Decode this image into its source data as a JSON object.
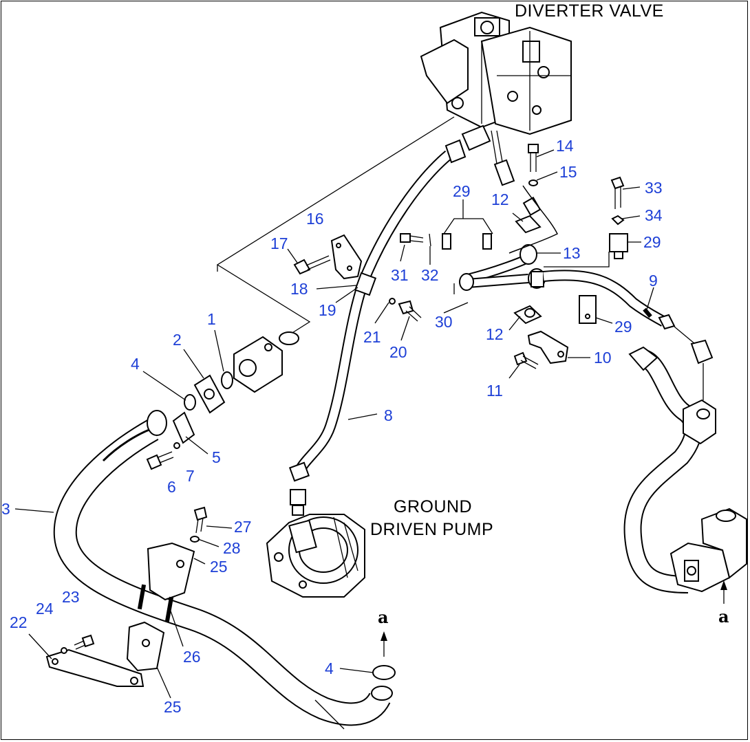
{
  "labels": {
    "diverter_valve": "DIVERTER VALVE",
    "ground_line1": "GROUND",
    "ground_line2": "DRIVEN PUMP",
    "ref_a": "a"
  },
  "callouts": [
    "1",
    "2",
    "3",
    "4",
    "4",
    "5",
    "6",
    "7",
    "8",
    "9",
    "10",
    "11",
    "12",
    "12",
    "13",
    "14",
    "15",
    "16",
    "17",
    "18",
    "19",
    "20",
    "21",
    "22",
    "23",
    "24",
    "25",
    "25",
    "26",
    "27",
    "28",
    "29",
    "29",
    "29",
    "30",
    "31",
    "32",
    "33",
    "34"
  ],
  "colors": {
    "callout": "#1d3fd6",
    "line": "#000000",
    "background": "#ffffff"
  }
}
